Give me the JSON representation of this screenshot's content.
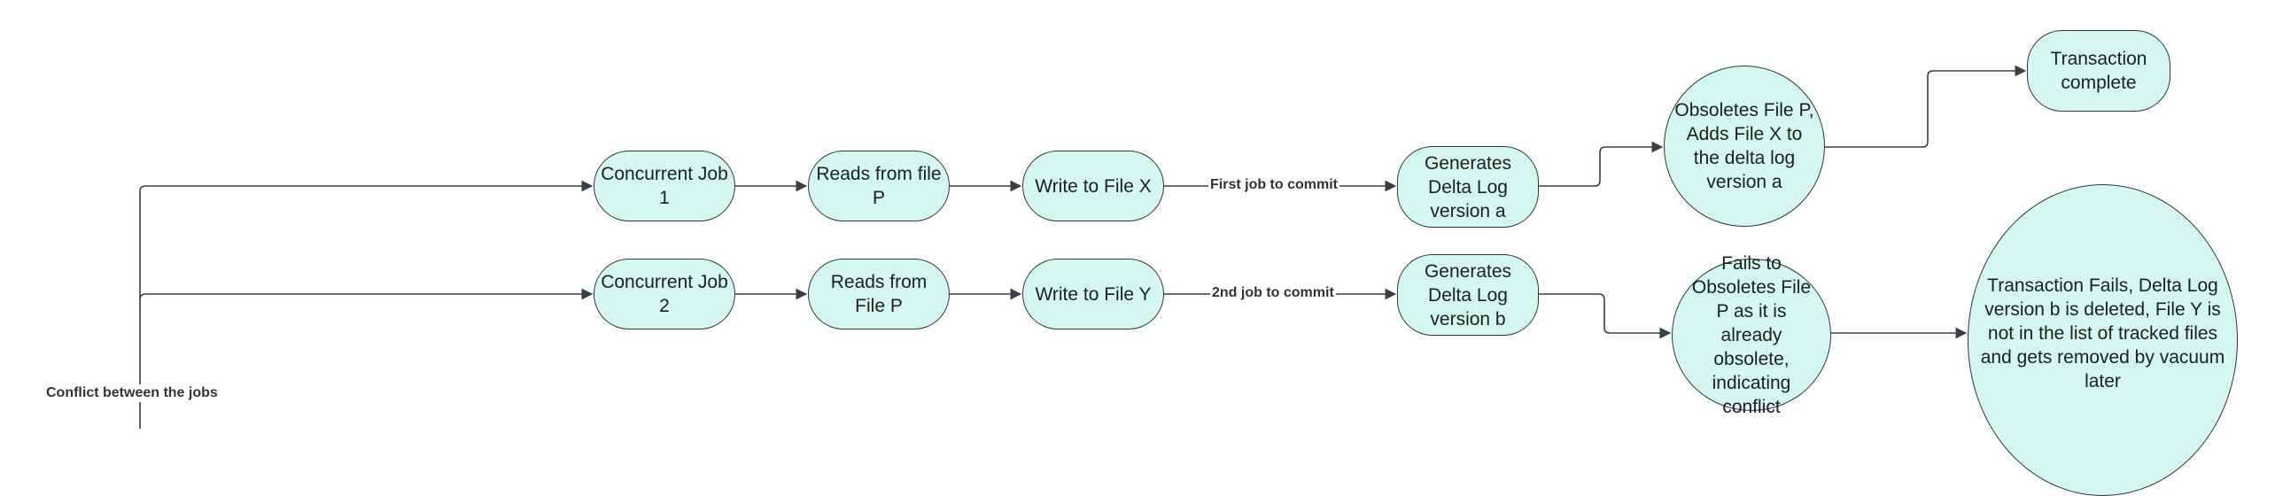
{
  "nodes": {
    "concurrent_job_1": "Concurrent Job 1",
    "reads_from_file_p_1": "Reads from file P",
    "write_to_file_x": "Write to File X",
    "generates_delta_log_a": "Generates Delta Log version a",
    "obsoletes_file_p": "Obsoletes File P, Adds File X to the delta log version a",
    "transaction_complete": "Transaction complete",
    "concurrent_job_2": "Concurrent Job 2",
    "reads_from_file_p_2": "Reads from File P",
    "write_to_file_y": "Write to File Y",
    "generates_delta_log_b": "Generates Delta Log version b",
    "fails_to_obsolete": "Fails to Obsoletes File P as it is already obsolete, indicating conflict",
    "transaction_fails": "Transaction Fails, Delta Log version b is deleted, File Y is not in the list of tracked files and gets removed by vacuum later"
  },
  "edge_labels": {
    "first_job_to_commit": "First job to commit",
    "second_job_to_commit": "2nd job to commit",
    "conflict_between_jobs": "Conflict between the jobs"
  },
  "colors": {
    "node_fill": "#d4f7ef",
    "node_stroke": "#2f3640",
    "edge": "#3a3f47"
  }
}
